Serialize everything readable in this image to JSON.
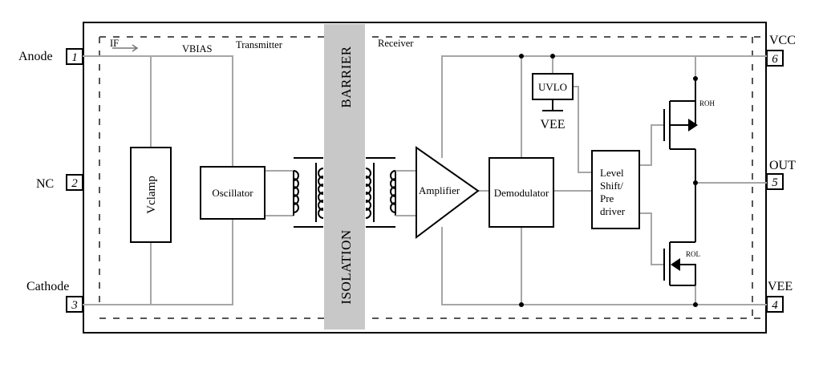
{
  "pins": [
    {
      "name": "Anode",
      "number": "1"
    },
    {
      "name": "NC",
      "number": "2"
    },
    {
      "name": "Cathode",
      "number": "3"
    },
    {
      "name": "VEE",
      "number": "4"
    },
    {
      "name": "OUT",
      "number": "5"
    },
    {
      "name": "VCC",
      "number": "6"
    }
  ],
  "labels": {
    "if_current": "IF",
    "vbias": "VBIAS",
    "transmitter": "Transmitter",
    "receiver": "Receiver",
    "barrier": "BARRIER",
    "isolation": "ISOLATION",
    "roh": "ROH",
    "rol": "ROL",
    "uvlo_vee": "VEE"
  },
  "blocks": {
    "vclamp": "Vclamp",
    "oscillator": "Oscillator",
    "amplifier": "Amplifier",
    "demodulator": "Demodulator",
    "uvlo": "UVLO",
    "level_shift": [
      "Level",
      "Shift/",
      "Pre",
      "driver"
    ]
  }
}
